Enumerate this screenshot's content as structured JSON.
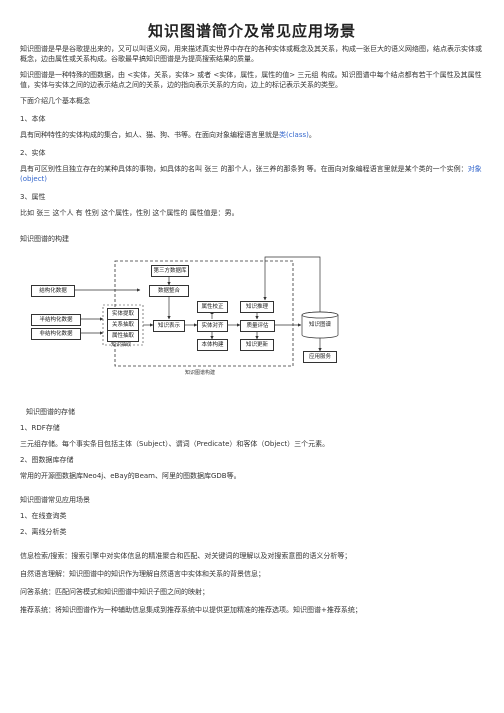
{
  "title": "知识图谱简介及常见应用场景",
  "intro1": "知识图谱是早是谷歌提出来的，又可以叫语义网，用来描述真实世界中存在的各种实体或概念及其关系，构成一张巨大的语义网络图，结点表示实体或概念，边由属性或关系构成。谷歌最早搞知识图谱是为提高搜索结果的质量。",
  "intro2": "知识图谱是一种特殊的图数据，由 <实体，关系，实体> 或者 <实体，属性，属性的值> 三元组 构成。知识图谱中每个结点都有若干个属性及其属性值，实体与实体之间的边表示结点之间的关系，边的指向表示关系的方向，边上的标记表示关系的类型。",
  "concepts_title": "下面介绍几个基本概念",
  "c1_head": "1、本体",
  "c1_body": "具有同种特性的实体构成的集合，如人、猫、狗、书等。在面向对象编程语言里就是",
  "c1_link": "类(class)",
  "c1_end": "。",
  "c2_head": "2、实体",
  "c2_body": "具有可区别性且独立存在的某种具体的事物，如具体的名叫 张三 的那个人，张三养的那条狗 等。在面向对象编程语言里就是某个类的一个实例：",
  "c2_link": "对象(object)",
  "c3_head": "3、属性",
  "c3_body": "比如 张三 这个人 有 性别 这个属性，性别 这个属性的 属性值是：男。",
  "build_title": "知识图谱的构建",
  "diagram": {
    "structured": "结构化数据",
    "semi": "半结构化数据",
    "unstructured": "非结构化数据",
    "third_party": "第三方数据库",
    "fusion": "数据整合",
    "entity_extract": "实体提取",
    "relation_extract": "关系抽取",
    "attr_extract": "属性抽取",
    "knowledge_extract": "知识抽取",
    "knowledge_repr": "知识表示",
    "attr_check": "属性校正",
    "entity_align": "实体对齐",
    "entity_build": "本体构建",
    "knowledge_reason": "知识推理",
    "quality_eval": "质量评估",
    "knowledge_update": "知识更新",
    "kg": "知识图谱",
    "app": "应用服务",
    "caption": "知识图谱构建"
  },
  "storage_title": "知识图谱的存储",
  "s1_head": "1、RDF存储",
  "s1_body": "三元组存储。每个事实条目包括主体（Subject）、谓词（Predicate）和客体（Object）三个元素。",
  "s2_head": "2、图数据库存储",
  "s2_body": "常用的开源图数据库Neo4j、eBay的Beam、阿里的图数据库GDB等。",
  "apps_title": "知识图谱常见应用场景",
  "a1": "1、在线查询类",
  "a2": "2、离线分析类",
  "use1": "信息检索/搜索：搜索引擎中对实体信息的精准聚合和匹配、对关键词的理解以及对搜索意图的语义分析等；",
  "use2": "自然语言理解：知识图谱中的知识作为理解自然语言中实体和关系的背景信息；",
  "use3": "问答系统：匹配问答模式和知识图谱中知识子图之间的映射；",
  "use4": "推荐系统：将知识图谱作为一种辅助信息集成到推荐系统中以提供更加精准的推荐选项。知识图谱+推荐系统；"
}
